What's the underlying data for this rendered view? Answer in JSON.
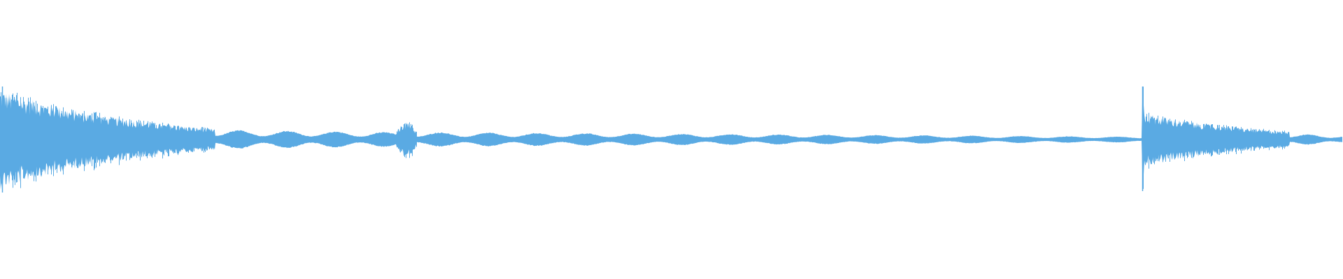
{
  "waveform": {
    "color": "#5aaae3",
    "background": "#ffffff",
    "envelope_segments": [
      {
        "start": 0.0,
        "end": 0.13,
        "from": 0.76,
        "to": 0.22,
        "shape": "decay"
      },
      {
        "start": 0.13,
        "end": 0.16,
        "from": 0.22,
        "to": 0.16,
        "shape": "decay"
      },
      {
        "start": 0.16,
        "end": 0.295,
        "from": 0.16,
        "to": 0.12,
        "shape": "swell",
        "period": 0.036
      },
      {
        "start": 0.295,
        "end": 0.31,
        "from": 0.26,
        "to": 0.12,
        "shape": "burst"
      },
      {
        "start": 0.31,
        "end": 0.85,
        "from": 0.12,
        "to": 0.04,
        "shape": "swell",
        "period": 0.036
      },
      {
        "start": 0.85,
        "end": 0.852,
        "from": 0.76,
        "to": 0.76,
        "shape": "spike"
      },
      {
        "start": 0.852,
        "end": 0.96,
        "from": 0.4,
        "to": 0.12,
        "shape": "decay"
      },
      {
        "start": 0.96,
        "end": 1.0,
        "from": 0.1,
        "to": 0.05,
        "shape": "swell",
        "period": 0.03
      }
    ]
  }
}
